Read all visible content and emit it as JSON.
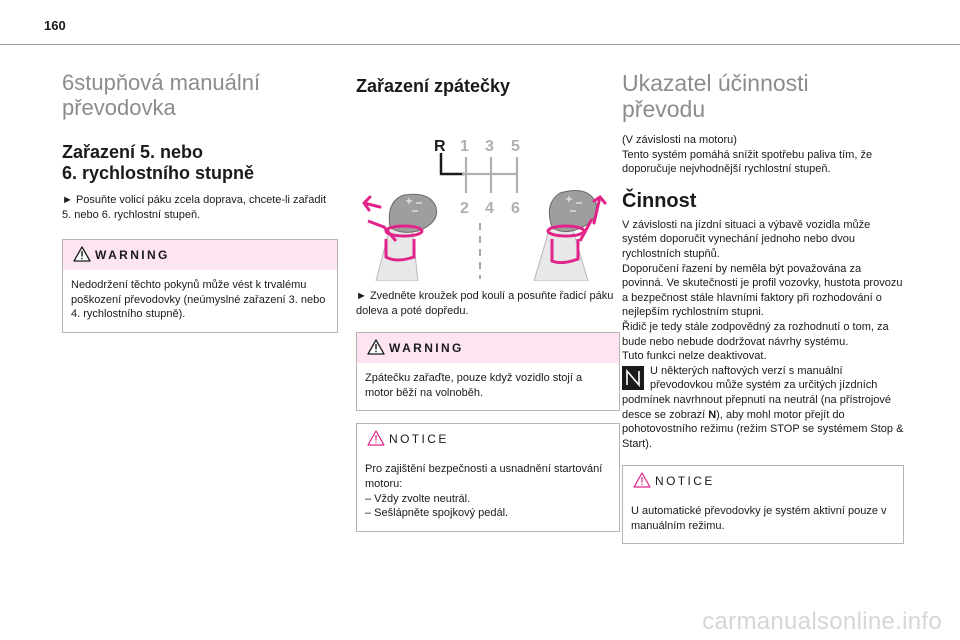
{
  "page_number": "160",
  "col1": {
    "title_line1": "6stupňová manuální",
    "title_line2": "převodovka",
    "subtitle_line1": "Zařazení 5. nebo",
    "subtitle_line2": "6. rychlostního stupně",
    "text": "► Posuňte volicí páku zcela doprava, chcete-li zařadit 5. nebo 6. rychlostní stupeň.",
    "warning": {
      "label": "WARNING",
      "text": "Nedodržení těchto pokynů může vést k trvalému poškození převodovky (neúmyslné zařazení 3. nebo 4. rychlostního stupně)."
    }
  },
  "col2": {
    "title": "Zařazení zpátečky",
    "gear_labels": {
      "r": "R",
      "g1": "1",
      "g3": "3",
      "g5": "5",
      "g2": "2",
      "g4": "4",
      "g6": "6"
    },
    "text": "► Zvedněte kroužek pod koulí a posuňte řadicí páku doleva a poté dopředu.",
    "warning": {
      "label": "WARNING",
      "text": "Zpátečku zařaďte, pouze když vozidlo stojí a motor běží na volnoběh."
    },
    "notice": {
      "label": "NOTICE",
      "line1": "Pro zajištění bezpečnosti a usnadnění startování motoru:",
      "line2": "– Vždy zvolte neutrál.",
      "line3": "– Sešlápněte spojkový pedál."
    }
  },
  "col3": {
    "title_line1": "Ukazatel účinnosti",
    "title_line2": "převodu",
    "intro": "(V závislosti na motoru)\nTento systém pomáhá snížit spotřebu paliva tím, že doporučuje nejvhodnější rychlostní stupeň.",
    "subtitle": "Činnost",
    "body": "V závislosti na jízdní situaci a výbavě vozidla může systém doporučit vynechání jednoho nebo dvou rychlostních stupňů.\nDoporučení řazení by neměla být považována za povinná. Ve skutečnosti je profil vozovky, hustota provozu a bezpečnost stále hlavními faktory při rozhodování o nejlepším rychlostním stupni.\nŘidič je tedy stále zodpovědný za rozhodnutí o tom, za bude nebo nebude dodržovat návrhy systému.\nTuto funkci nelze deaktivovat.",
    "diesel_before_n": "U některých naftových verzí s manuální převodovkou může systém za určitých jízdních podmínek navrhnout přepnutí na neutrál (na přístrojové desce se zobrazí ",
    "diesel_n": "N",
    "diesel_after_n": "), aby mohl motor přejít do pohotovostního režimu (režim STOP se systémem Stop & Start).",
    "notice": {
      "label": "NOTICE",
      "text": "U automatické převodovky je systém aktivní pouze v manuálním režimu."
    }
  },
  "watermark": "carmanualsonline.info",
  "colors": {
    "warning_bg": "#fde4f2",
    "arrow_pink": "#e0248a",
    "title_grey": "#8c8c8c"
  }
}
